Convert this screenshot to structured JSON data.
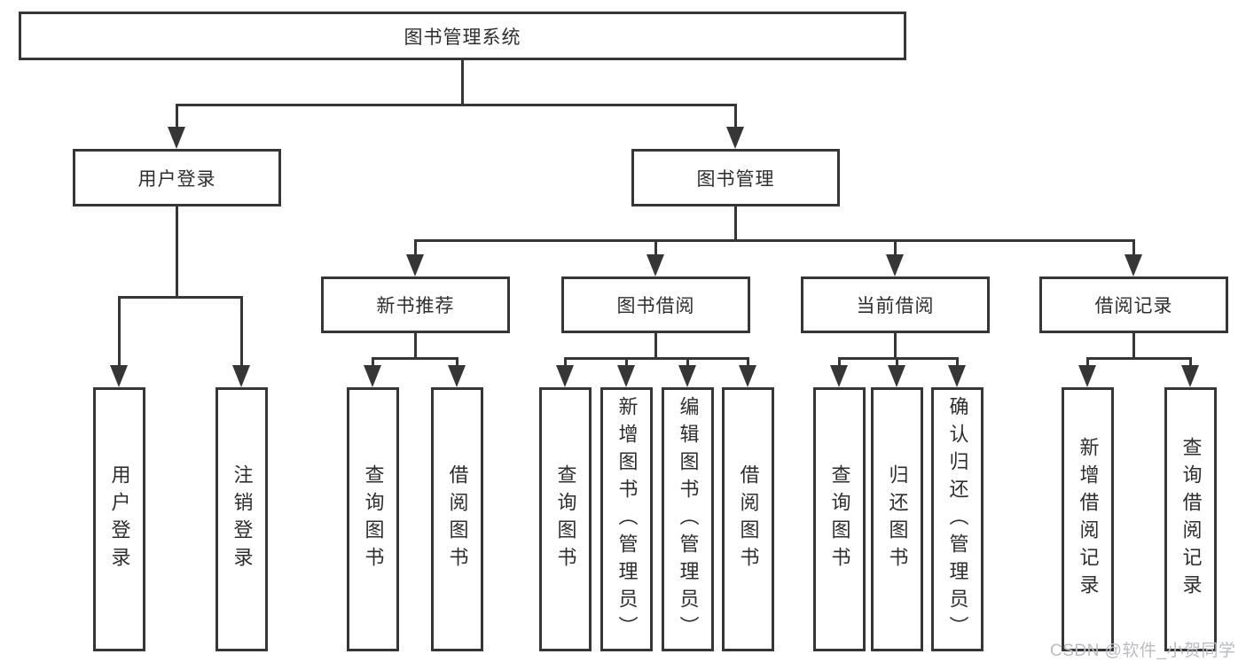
{
  "diagram": {
    "nodes": {
      "root": "图书管理系统",
      "user_login": "用户登录",
      "book_mgmt": "图书管理",
      "login": "用户登录",
      "logout": "注销登录",
      "new_book": "新书推荐",
      "book_borrow": "图书借阅",
      "current_borrow": "当前借阅",
      "records": "借阅记录",
      "nb_query": "查询图书",
      "nb_borrow": "借阅图书",
      "bb_query": "查询图书",
      "bb_add": "新增图书（管理员）",
      "bb_edit": "编辑图书（管理员）",
      "bb_borrow": "借阅图书",
      "cb_query": "查询图书",
      "cb_return": "归还图书",
      "cb_confirm": "确认归还（管理员）",
      "br_add": "新增借阅记录",
      "br_query": "查询借阅记录"
    },
    "watermark": "CSDN @软件_小贺同学",
    "colors": {
      "line": "#363636",
      "text": "#2e2e2e",
      "watermark": "#b9bdc1",
      "background": "#ffffff"
    }
  }
}
